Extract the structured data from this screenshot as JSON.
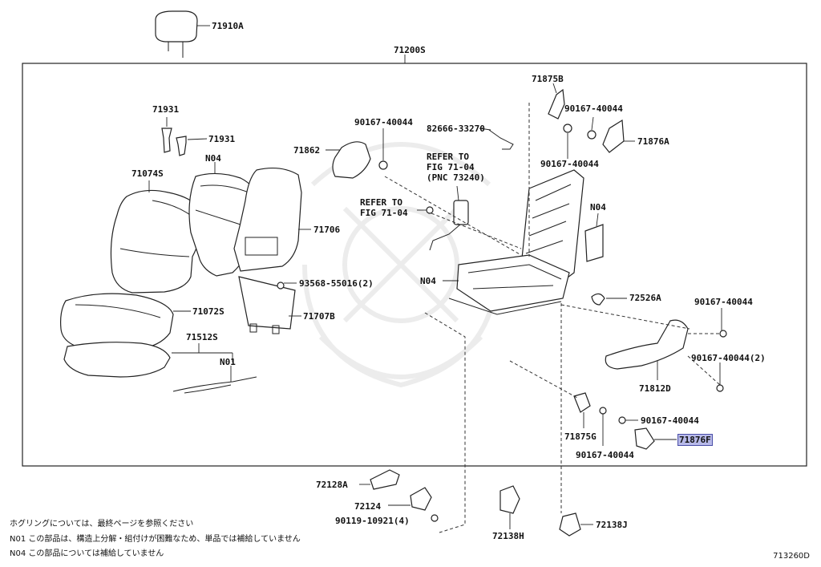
{
  "diagram": {
    "figure_number": "713260D",
    "assembly_label": "71200S",
    "labels": {
      "p71910A": "71910A",
      "p71200S": "71200S",
      "p71931a": "71931",
      "p71931b": "71931",
      "pN04a": "N04",
      "p71074S": "71074S",
      "p71706": "71706",
      "p71862": "71862",
      "p90167a": "90167-40044",
      "p82666": "82666-33270",
      "pRefer1": "REFER TO",
      "pRefer1b": "FIG 71-04",
      "pRefer1c": "(PNC 73240)",
      "pRefer2": "REFER TO",
      "pRefer2b": "FIG 71-04",
      "p71875B": "71875B",
      "p90167b": "90167-40044",
      "p71876A": "71876A",
      "p90167c": "90167-40044",
      "pN04b": "N04",
      "p93568": "93568-55016(2)",
      "pN04c": "N04",
      "p71072S": "71072S",
      "p71707B": "71707B",
      "p72526A": "72526A",
      "p90167d": "90167-40044",
      "p71512S": "71512S",
      "pN01": "N01",
      "p90167e": "90167-40044(2)",
      "p71812D": "71812D",
      "p90167f": "90167-40044",
      "p71876F": "71876F",
      "p71875G": "71875G",
      "p90167g": "90167-40044",
      "p72128A": "72128A",
      "p72124": "72124",
      "p90119": "90119-10921(4)",
      "p72138H": "72138H",
      "p72138J": "72138J"
    },
    "highlighted": "71876F",
    "notes": [
      "ホグリングについては、最終ページを参照ください",
      "N01 この部品は、構造上分解・組付けが困難なため、単品では補給していません",
      "N04 この部品については補給していません"
    ]
  }
}
